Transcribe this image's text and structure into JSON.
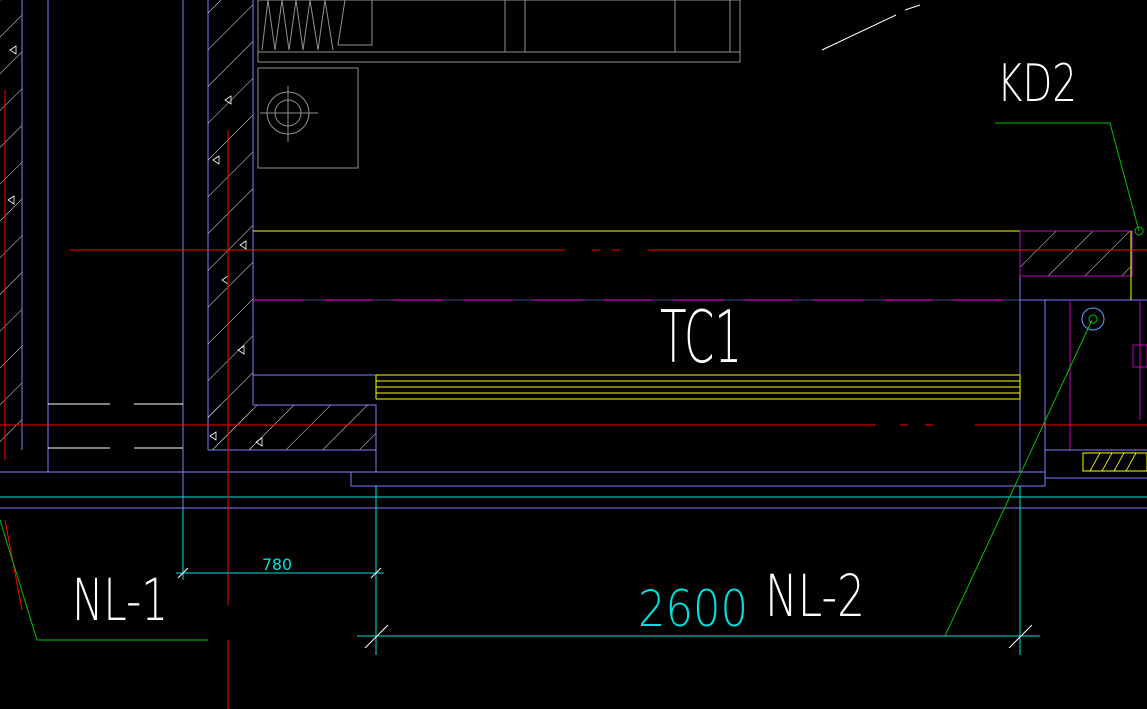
{
  "drawing": {
    "labels": {
      "kd2": "KD2",
      "tc1": "TC1",
      "nl1": "NL-1",
      "nl2": "NL-2"
    },
    "dimensions": {
      "small": "780",
      "large": "2600"
    }
  },
  "colors": {
    "background": "#000000",
    "wall": "#8080ff",
    "wall_alt": "#6aa0ff",
    "axis": "#ff0000",
    "magenta": "#ff00ff",
    "purple": "#c000c0",
    "yellow": "#ffff00",
    "cyan": "#00e0e0",
    "green": "#00c000",
    "white": "#ffffff",
    "gray": "#909090"
  }
}
